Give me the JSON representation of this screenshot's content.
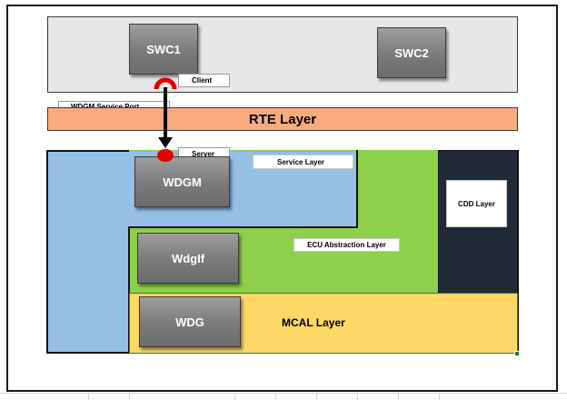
{
  "application_layer": {
    "swc1_label": "SWC1",
    "swc2_label": "SWC2",
    "client_label": "Client",
    "wdgm_service_port_label": "WDGM Service Port"
  },
  "rte_layer": {
    "label": "RTE Layer"
  },
  "bsw": {
    "server_label": "Server",
    "service_layer_label": "Service Layer",
    "wdgm_label": "WDGM",
    "ecu_abstraction_layer_label": "ECU Abstraction Layer",
    "wdgif_label": "WdgIf",
    "cdd_layer_label": "CDD Layer",
    "wdg_label": "WDG",
    "mcal_layer_label": "MCAL Layer"
  },
  "colors": {
    "application_layer_bg": "#e7e7e7",
    "rte_layer_bg": "#f7ab7f",
    "service_layer_bg": "#96bfe6",
    "ecu_abstraction_bg": "#8ecf4c",
    "cdd_layer_bg": "#212b38",
    "mcal_layer_bg": "#fdd866",
    "port_red": "#e00000",
    "module_gray": "#7a7a7a"
  },
  "icons": {
    "client_port": "client-port-icon",
    "server_port": "server-port-icon",
    "connector": "connector-arrow-icon"
  }
}
